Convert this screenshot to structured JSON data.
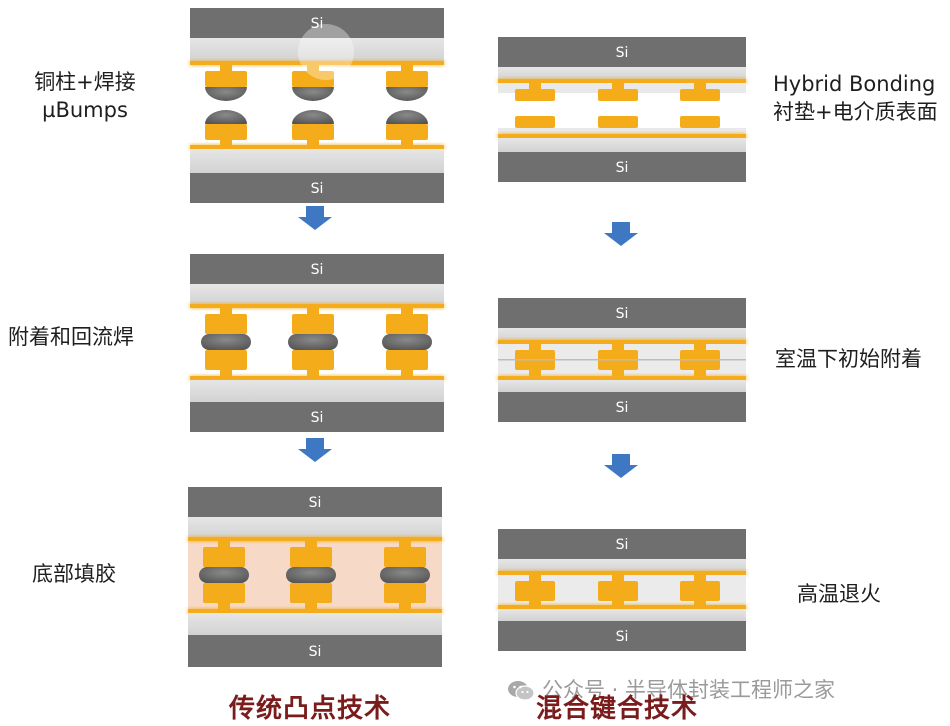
{
  "labels": {
    "step1_left_line1": "铜柱+焊接",
    "step1_left_line2": "µBumps",
    "step2_left": "附着和回流焊",
    "step3_left": "底部填胶",
    "step1_right_line1": "Hybrid Bonding",
    "step1_right_line2": "衬垫+电介质表面",
    "step2_right": "室温下初始附着",
    "step3_right": "高温退火"
  },
  "captions": {
    "left": "传统凸点技术",
    "right": "混合键合技术"
  },
  "layer_label": "Si",
  "watermark": "公众号 · 半导体封装工程师之家",
  "colors": {
    "silicon": "#6f6f6f",
    "dielectric": "#d6d6d6",
    "copper": "#f5ac1a",
    "copper_glow": "#ffd36b",
    "solder": "#6a6a6a",
    "underfill": "#f7d9c8",
    "arrow": "#3e78c2",
    "caption": "#7a1c1c"
  },
  "icons": {
    "arrow": "down-arrow-icon",
    "watermark": "wechat-icon"
  }
}
